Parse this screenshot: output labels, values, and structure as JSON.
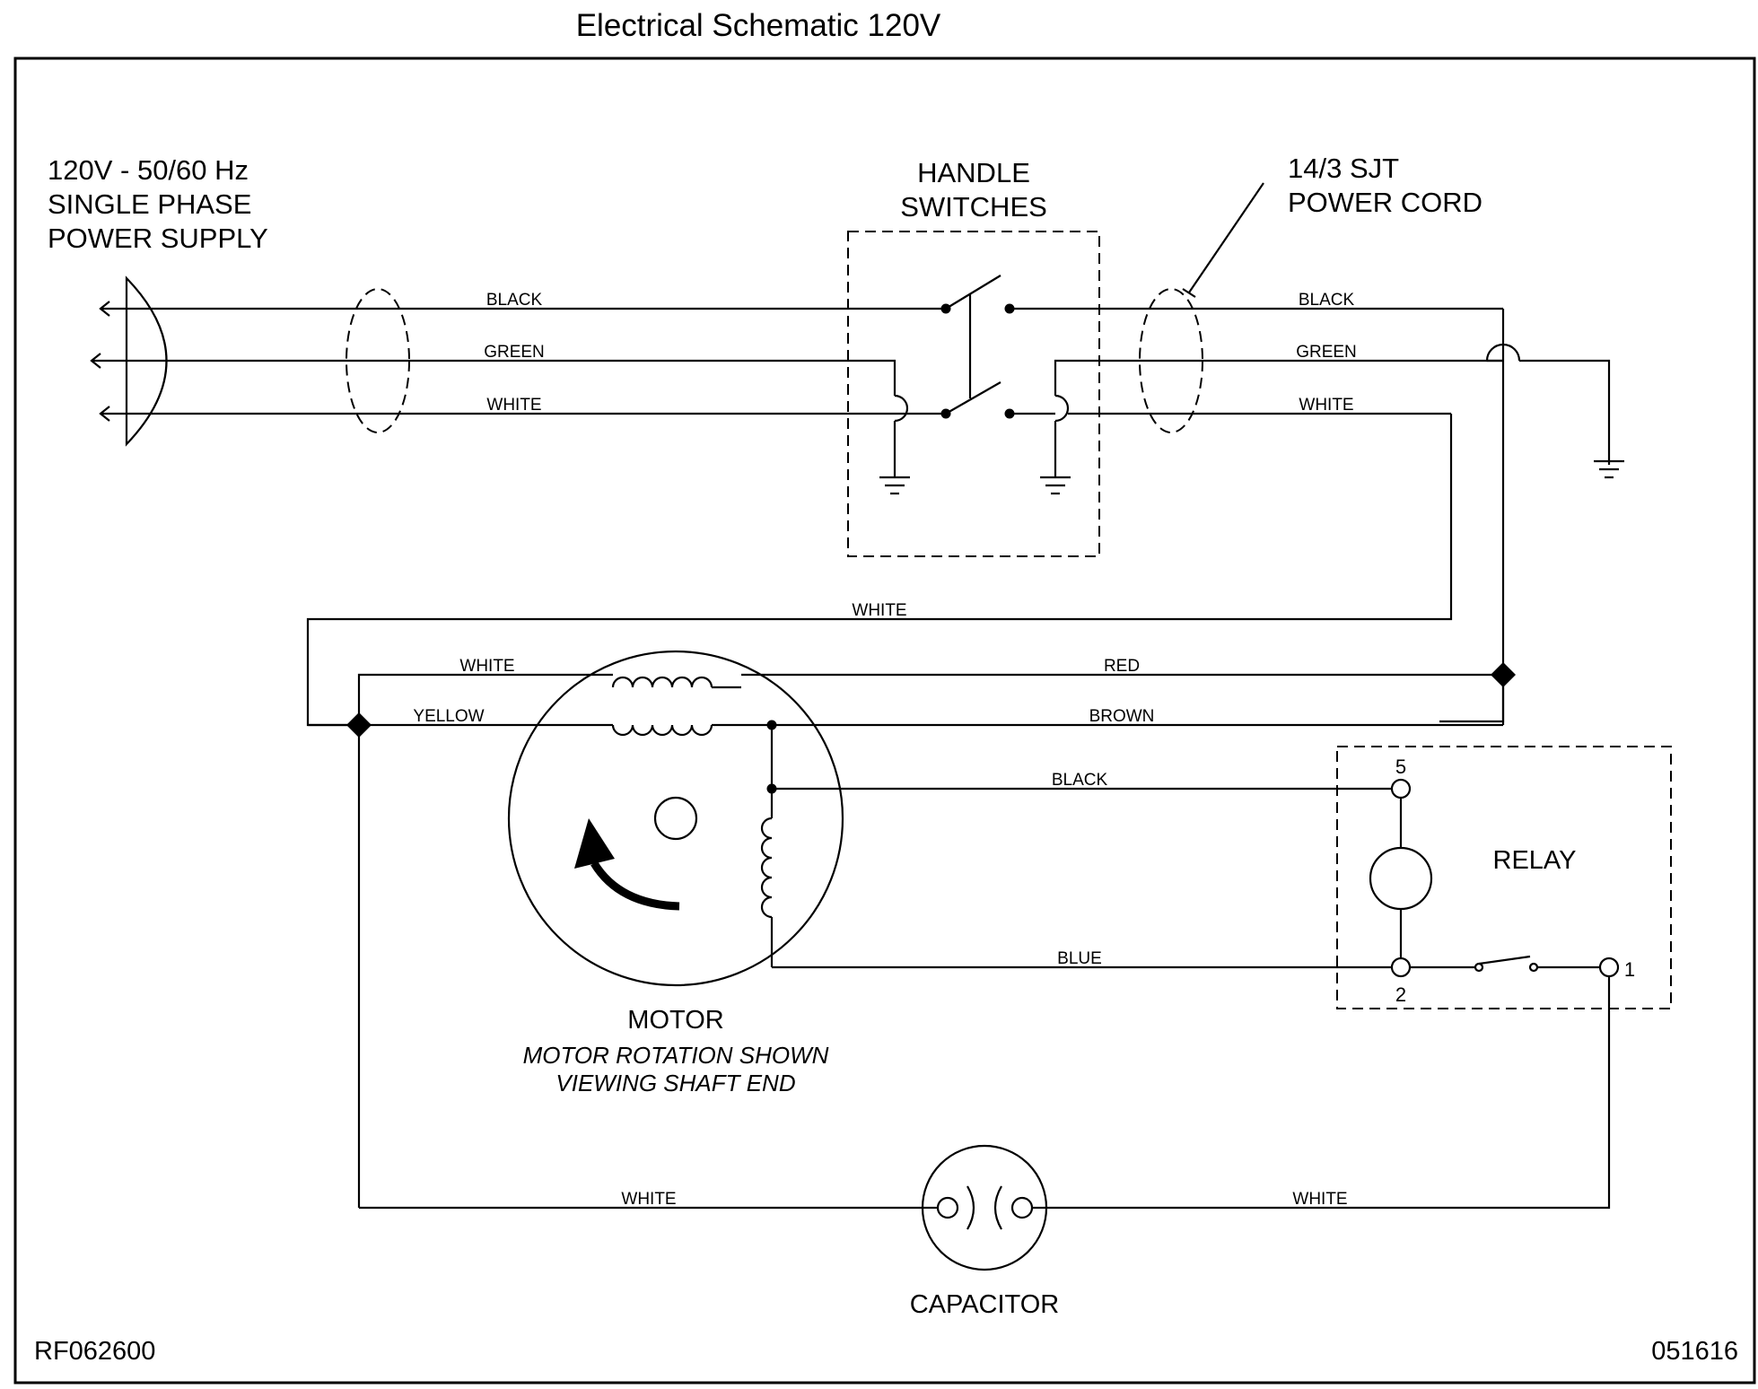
{
  "title": "Electrical Schematic 120V",
  "power_supply": {
    "line1": "120V - 50/60 Hz",
    "line2": "SINGLE PHASE",
    "line3": "POWER SUPPLY"
  },
  "handle_switches": {
    "line1": "HANDLE",
    "line2": "SWITCHES"
  },
  "power_cord": {
    "line1": "14/3 SJT",
    "line2": "POWER CORD"
  },
  "wires": {
    "supply_black": "BLACK",
    "supply_green": "GREEN",
    "supply_white": "WHITE",
    "cord_black": "BLACK",
    "cord_green": "GREEN",
    "cord_white": "WHITE",
    "return_white": "WHITE",
    "motor_white": "WHITE",
    "motor_red": "RED",
    "motor_yellow": "YELLOW",
    "motor_brown": "BROWN",
    "relay_black": "BLACK",
    "relay_blue": "BLUE",
    "cap_white_left": "WHITE",
    "cap_white_right": "WHITE"
  },
  "relay": {
    "label": "RELAY",
    "pin5": "5",
    "pin2": "2",
    "pin1": "1"
  },
  "motor": {
    "label": "MOTOR",
    "note_line1": "MOTOR  ROTATION SHOWN",
    "note_line2": "VIEWING SHAFT END"
  },
  "capacitor": {
    "label": "CAPACITOR"
  },
  "footer": {
    "left_code": "RF062600",
    "right_code": "051616"
  }
}
